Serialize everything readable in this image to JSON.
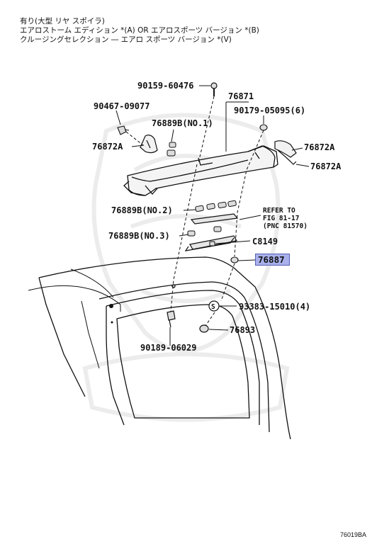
{
  "header": {
    "line1": "有り(大型 リヤ スポイラ)",
    "line2": "エアロストーム エディション *(A) OR エアロスポーツ バージョン *(B)",
    "line3": "クルージングセレクション ― エアロ スポーツ バージョン *(V)"
  },
  "parts": {
    "p90159": "90159-60476",
    "p76871": "76871",
    "p90467": "90467-09077",
    "p90179": "90179-05095(6)",
    "p76889b1": "76889B(NO.1)",
    "p76872a_left": "76872A",
    "p76872a_r1": "76872A",
    "p76872a_r2": "76872A",
    "p76889b2": "76889B(NO.2)",
    "p76889b3": "76889B(NO.3)",
    "refer1": "REFER TO",
    "refer2": "FIG 81-17",
    "refer3": "(PNC 81570)",
    "pc8149": "C8149",
    "p76887": "76887",
    "p93383": "93383-15010(4)",
    "p76893": "76893",
    "p90189": "90189-06029"
  },
  "diagram_code": "76019BA"
}
